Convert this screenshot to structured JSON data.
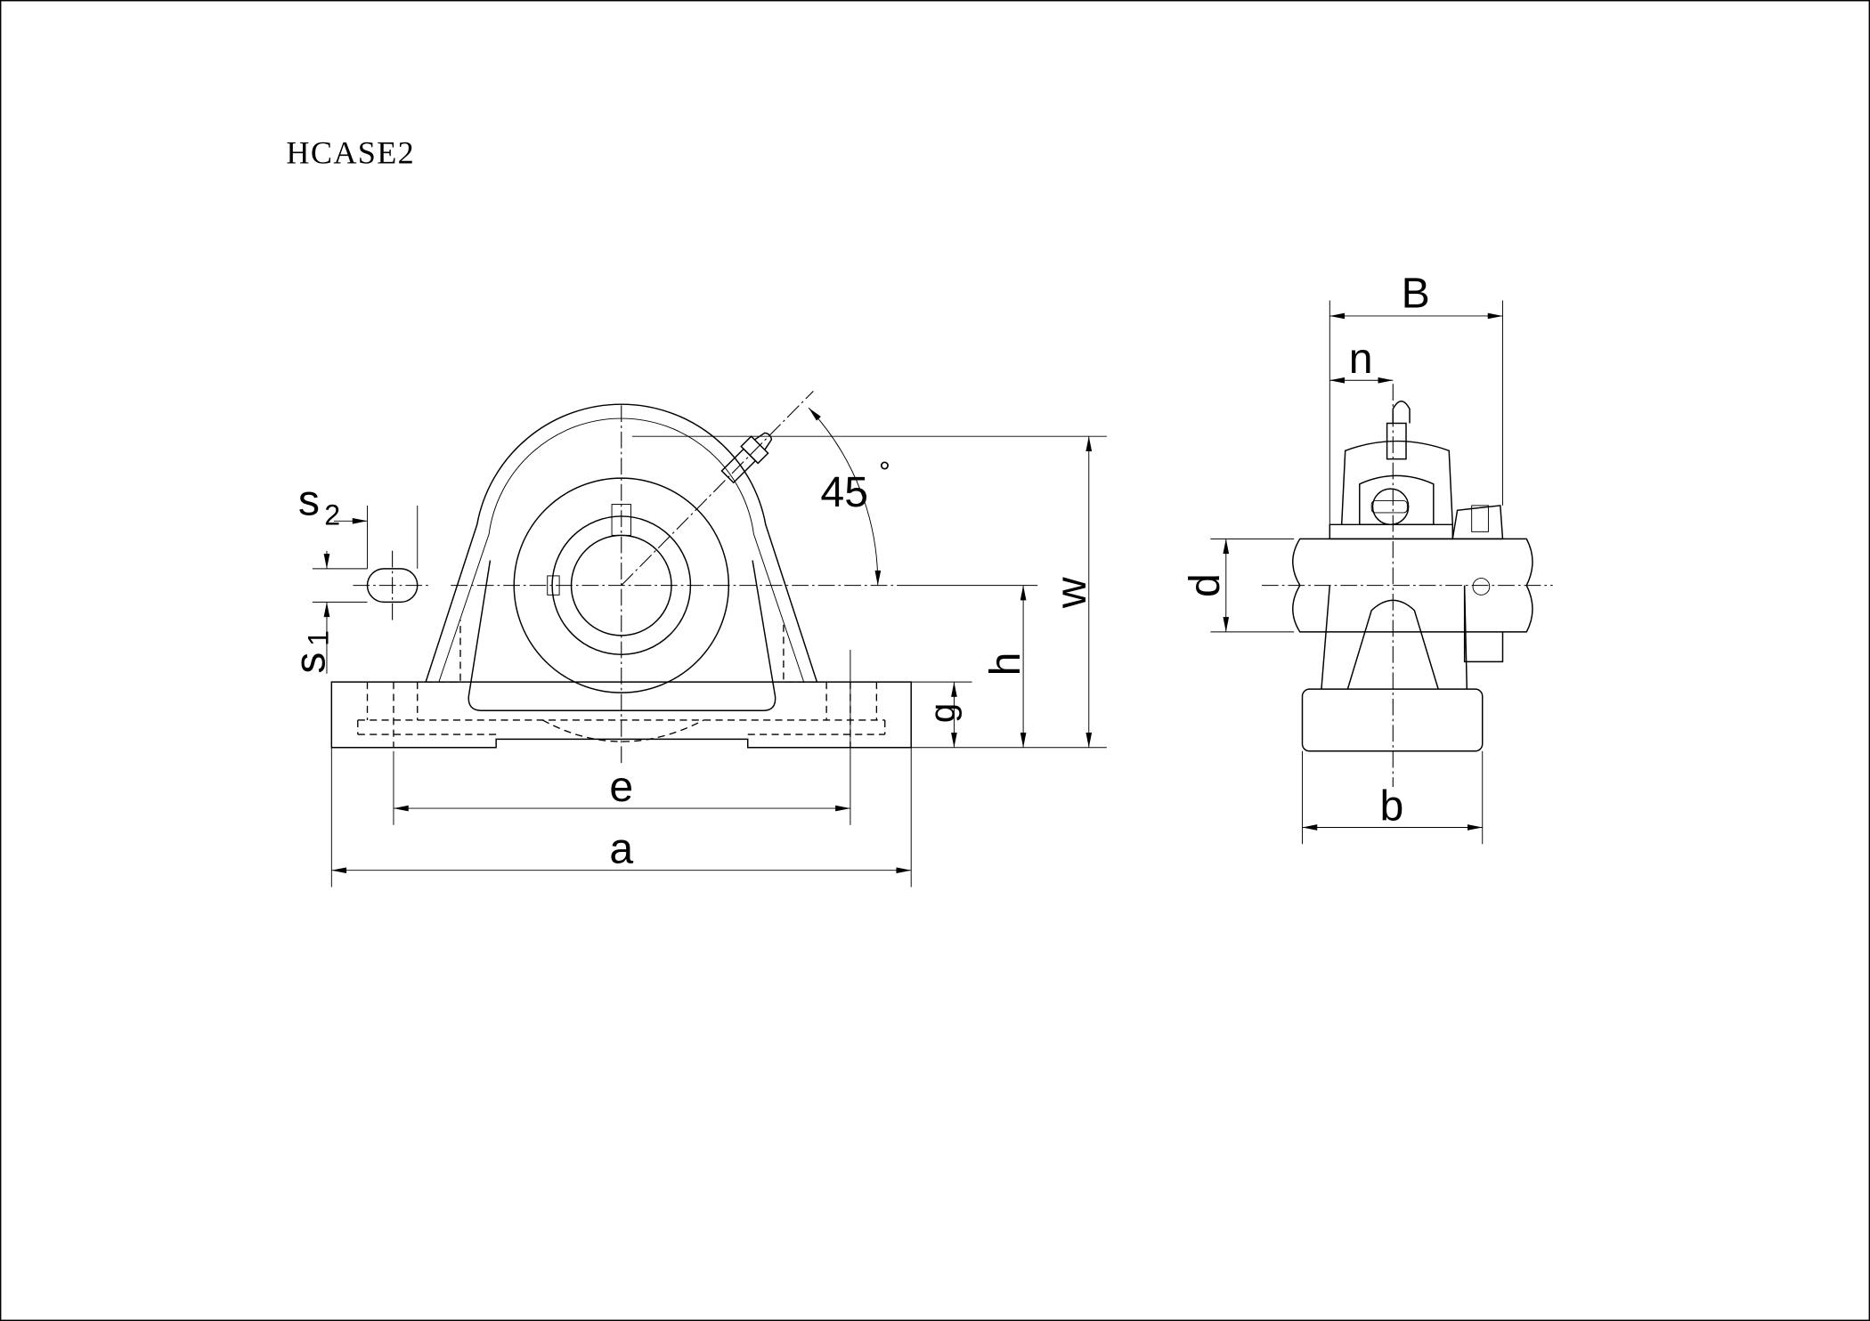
{
  "title": "HCASE2",
  "front_view": {
    "angle_label": "45",
    "angle_unit": "°",
    "dimensions": {
      "s2": "s",
      "s2_sub": "2",
      "s1": "s",
      "s1_sub": "1",
      "w": "w",
      "h": "h",
      "g": "g",
      "e": "e",
      "a": "a"
    }
  },
  "side_view": {
    "dimensions": {
      "B": "B",
      "n": "n",
      "d": "d",
      "b": "b"
    }
  },
  "colors": {
    "line": "#000000",
    "background": "#ffffff"
  }
}
